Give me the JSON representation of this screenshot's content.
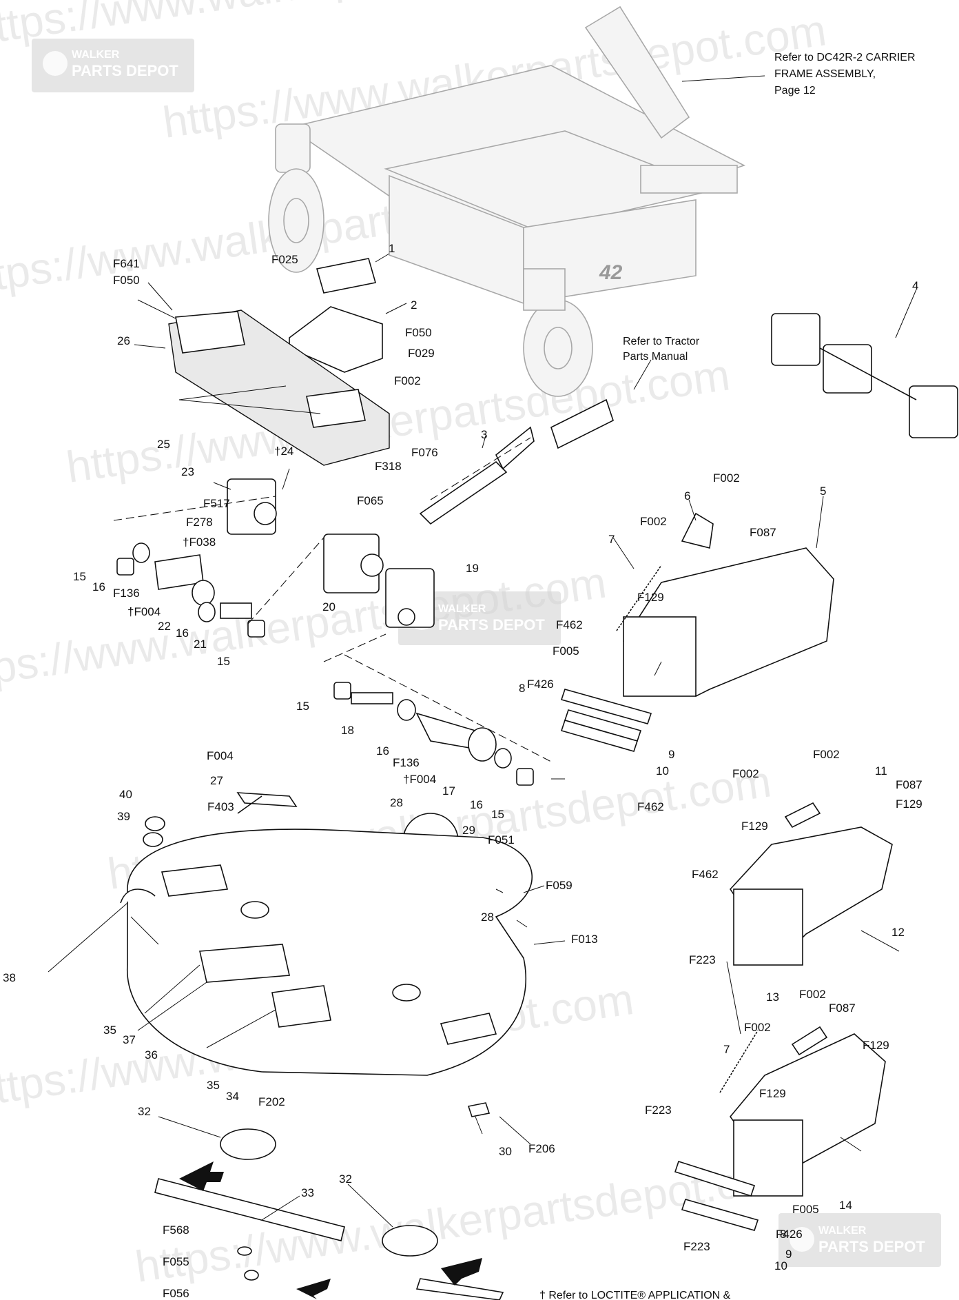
{
  "watermark": {
    "brand_line1": "WALKER",
    "brand_line2": "PARTS DEPOT",
    "url": "https://www.walkerpartsdepot.com"
  },
  "notes": {
    "carrier_frame_line1": "Refer to DC42R-2 CARRIER",
    "carrier_frame_line2": "FRAME ASSEMBLY,",
    "carrier_frame_line3": "Page 12",
    "tractor_line1": "Refer to Tractor",
    "tractor_line2": "Parts Manual",
    "footer": "† Refer to LOCTITE® APPLICATION &"
  },
  "frame_badge": "42",
  "callouts": [
    {
      "id": "c-1",
      "text": "1"
    },
    {
      "id": "c-2",
      "text": "2"
    },
    {
      "id": "c-3",
      "text": "3"
    },
    {
      "id": "c-4",
      "text": "4"
    },
    {
      "id": "c-5",
      "text": "5"
    },
    {
      "id": "c-6",
      "text": "6"
    },
    {
      "id": "c-7a",
      "text": "7"
    },
    {
      "id": "c-7b",
      "text": "7"
    },
    {
      "id": "c-8a",
      "text": "8"
    },
    {
      "id": "c-8b",
      "text": "8"
    },
    {
      "id": "c-9a",
      "text": "9"
    },
    {
      "id": "c-9b",
      "text": "9"
    },
    {
      "id": "c-10a",
      "text": "10"
    },
    {
      "id": "c-10b",
      "text": "10"
    },
    {
      "id": "c-11",
      "text": "11"
    },
    {
      "id": "c-12",
      "text": "12"
    },
    {
      "id": "c-13",
      "text": "13"
    },
    {
      "id": "c-14",
      "text": "14"
    },
    {
      "id": "c-15a",
      "text": "15"
    },
    {
      "id": "c-15b",
      "text": "15"
    },
    {
      "id": "c-15c",
      "text": "15"
    },
    {
      "id": "c-15d",
      "text": "15"
    },
    {
      "id": "c-16a",
      "text": "16"
    },
    {
      "id": "c-16b",
      "text": "16"
    },
    {
      "id": "c-16c",
      "text": "16"
    },
    {
      "id": "c-16d",
      "text": "16"
    },
    {
      "id": "c-17",
      "text": "17"
    },
    {
      "id": "c-18",
      "text": "18"
    },
    {
      "id": "c-19",
      "text": "19"
    },
    {
      "id": "c-20",
      "text": "20"
    },
    {
      "id": "c-21",
      "text": "21"
    },
    {
      "id": "c-22",
      "text": "22"
    },
    {
      "id": "c-23",
      "text": "23"
    },
    {
      "id": "c-24",
      "text": "†24"
    },
    {
      "id": "c-25",
      "text": "25"
    },
    {
      "id": "c-26",
      "text": "26"
    },
    {
      "id": "c-27",
      "text": "27"
    },
    {
      "id": "c-28a",
      "text": "28"
    },
    {
      "id": "c-28b",
      "text": "28"
    },
    {
      "id": "c-29",
      "text": "29"
    },
    {
      "id": "c-30",
      "text": "30"
    },
    {
      "id": "c-32a",
      "text": "32"
    },
    {
      "id": "c-32b",
      "text": "32"
    },
    {
      "id": "c-33",
      "text": "33"
    },
    {
      "id": "c-34",
      "text": "34"
    },
    {
      "id": "c-35a",
      "text": "35"
    },
    {
      "id": "c-35b",
      "text": "35"
    },
    {
      "id": "c-36",
      "text": "36"
    },
    {
      "id": "c-37",
      "text": "37"
    },
    {
      "id": "c-38",
      "text": "38"
    },
    {
      "id": "c-39",
      "text": "39"
    },
    {
      "id": "c-40",
      "text": "40"
    },
    {
      "id": "c-F002a",
      "text": "F002"
    },
    {
      "id": "c-F002b",
      "text": "F002"
    },
    {
      "id": "c-F002c",
      "text": "F002"
    },
    {
      "id": "c-F002d",
      "text": "F002"
    },
    {
      "id": "c-F002e",
      "text": "F002"
    },
    {
      "id": "c-F002f",
      "text": "F002"
    },
    {
      "id": "c-F002g",
      "text": "F002"
    },
    {
      "id": "c-F004a",
      "text": "†F004"
    },
    {
      "id": "c-F004b",
      "text": "F004"
    },
    {
      "id": "c-F004c",
      "text": "†F004"
    },
    {
      "id": "c-F005a",
      "text": "F005"
    },
    {
      "id": "c-F005b",
      "text": "F005"
    },
    {
      "id": "c-F013",
      "text": "F013"
    },
    {
      "id": "c-F025",
      "text": "F025"
    },
    {
      "id": "c-F029",
      "text": "F029"
    },
    {
      "id": "c-F038",
      "text": "†F038"
    },
    {
      "id": "c-F050a",
      "text": "F050"
    },
    {
      "id": "c-F050b",
      "text": "F050"
    },
    {
      "id": "c-F051",
      "text": "F051"
    },
    {
      "id": "c-F055",
      "text": "F055"
    },
    {
      "id": "c-F056",
      "text": "F056"
    },
    {
      "id": "c-F059",
      "text": "F059"
    },
    {
      "id": "c-F065",
      "text": "F065"
    },
    {
      "id": "c-F076",
      "text": "F076"
    },
    {
      "id": "c-F087a",
      "text": "F087"
    },
    {
      "id": "c-F087b",
      "text": "F087"
    },
    {
      "id": "c-F087c",
      "text": "F087"
    },
    {
      "id": "c-F129a",
      "text": "F129"
    },
    {
      "id": "c-F129b",
      "text": "F129"
    },
    {
      "id": "c-F129c",
      "text": "F129"
    },
    {
      "id": "c-F129d",
      "text": "F129"
    },
    {
      "id": "c-F129e",
      "text": "F129"
    },
    {
      "id": "c-F136a",
      "text": "F136"
    },
    {
      "id": "c-F136b",
      "text": "F136"
    },
    {
      "id": "c-F202",
      "text": "F202"
    },
    {
      "id": "c-F206",
      "text": "F206"
    },
    {
      "id": "c-F223a",
      "text": "F223"
    },
    {
      "id": "c-F223b",
      "text": "F223"
    },
    {
      "id": "c-F223c",
      "text": "F223"
    },
    {
      "id": "c-F278",
      "text": "F278"
    },
    {
      "id": "c-F318",
      "text": "F318"
    },
    {
      "id": "c-F403",
      "text": "F403"
    },
    {
      "id": "c-F426a",
      "text": "F426"
    },
    {
      "id": "c-F426b",
      "text": "F426"
    },
    {
      "id": "c-F462a",
      "text": "F462"
    },
    {
      "id": "c-F462b",
      "text": "F462"
    },
    {
      "id": "c-F462c",
      "text": "F462"
    },
    {
      "id": "c-F517",
      "text": "F517"
    },
    {
      "id": "c-F568",
      "text": "F568"
    },
    {
      "id": "c-F641",
      "text": "F641"
    }
  ]
}
